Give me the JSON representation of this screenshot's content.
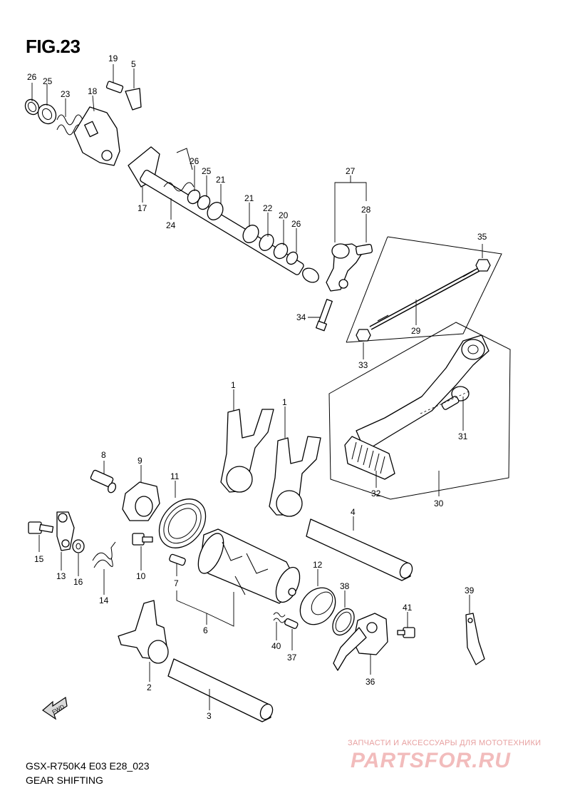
{
  "figure": {
    "title": "FIG.23",
    "code": "GSX-R750K4 E03 E28_023",
    "description": "GEAR SHIFTING",
    "direction_badge": "FWD"
  },
  "watermark": {
    "caption": "ЗАПЧАСТИ И АКСЕССУАРЫ ДЛЯ МОТОТЕХНИКИ",
    "logo_text": "PARTSFOR.RU"
  },
  "callouts": [
    {
      "id": "c26a",
      "text": "26"
    },
    {
      "id": "c25a",
      "text": "25"
    },
    {
      "id": "c23",
      "text": "23"
    },
    {
      "id": "c18",
      "text": "18"
    },
    {
      "id": "c19",
      "text": "19"
    },
    {
      "id": "c5",
      "text": "5"
    },
    {
      "id": "c17",
      "text": "17"
    },
    {
      "id": "c24",
      "text": "24"
    },
    {
      "id": "c26b",
      "text": "26"
    },
    {
      "id": "c25b",
      "text": "25"
    },
    {
      "id": "c21a",
      "text": "21"
    },
    {
      "id": "c21b",
      "text": "21"
    },
    {
      "id": "c22",
      "text": "22"
    },
    {
      "id": "c20",
      "text": "20"
    },
    {
      "id": "c26c",
      "text": "26"
    },
    {
      "id": "c27",
      "text": "27"
    },
    {
      "id": "c28",
      "text": "28"
    },
    {
      "id": "c34",
      "text": "34"
    },
    {
      "id": "c35",
      "text": "35"
    },
    {
      "id": "c29",
      "text": "29"
    },
    {
      "id": "c33",
      "text": "33"
    },
    {
      "id": "c1a",
      "text": "1"
    },
    {
      "id": "c1b",
      "text": "1"
    },
    {
      "id": "c31",
      "text": "31"
    },
    {
      "id": "c32",
      "text": "32"
    },
    {
      "id": "c30",
      "text": "30"
    },
    {
      "id": "c8",
      "text": "8"
    },
    {
      "id": "c9",
      "text": "9"
    },
    {
      "id": "c11",
      "text": "11"
    },
    {
      "id": "c4",
      "text": "4"
    },
    {
      "id": "c15",
      "text": "15"
    },
    {
      "id": "c13",
      "text": "13"
    },
    {
      "id": "c16",
      "text": "16"
    },
    {
      "id": "c14",
      "text": "14"
    },
    {
      "id": "c10",
      "text": "10"
    },
    {
      "id": "c7",
      "text": "7"
    },
    {
      "id": "c6",
      "text": "6"
    },
    {
      "id": "c12",
      "text": "12"
    },
    {
      "id": "c38",
      "text": "38"
    },
    {
      "id": "c41",
      "text": "41"
    },
    {
      "id": "c39",
      "text": "39"
    },
    {
      "id": "c40",
      "text": "40"
    },
    {
      "id": "c37",
      "text": "37"
    },
    {
      "id": "c36",
      "text": "36"
    },
    {
      "id": "c2",
      "text": "2"
    },
    {
      "id": "c3",
      "text": "3"
    }
  ]
}
